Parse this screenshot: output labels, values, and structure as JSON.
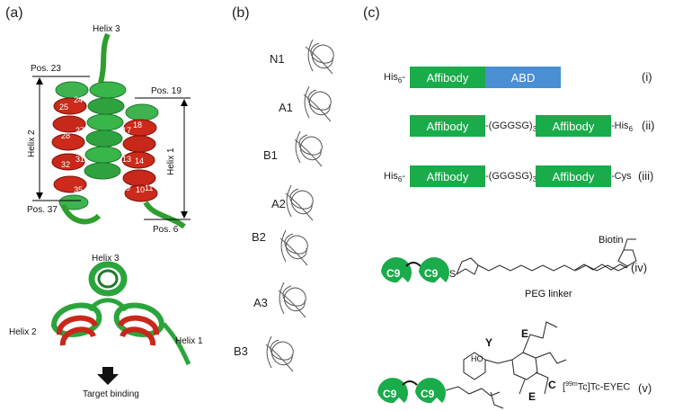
{
  "panels": {
    "a": "(a)",
    "b": "(b)",
    "c": "(c)"
  },
  "panel_a": {
    "helix3": "Helix 3",
    "helix2": "Helix 2",
    "helix1": "Helix 1",
    "pos23": "Pos. 23",
    "pos37": "Pos. 37",
    "pos19": "Pos. 19",
    "pos6": "Pos. 6",
    "residues": [
      "25",
      "24",
      "28",
      "27",
      "32",
      "31",
      "35",
      "17",
      "18",
      "13",
      "14",
      "9",
      "10",
      "11"
    ],
    "bottom_helix3": "Helix 3",
    "bottom_helix2": "Helix 2",
    "bottom_helix1": "Helix 1",
    "target": "Target binding"
  },
  "panel_b": {
    "domains": [
      "N1",
      "A1",
      "B1",
      "A2",
      "B2",
      "A3",
      "B3"
    ]
  },
  "panel_c": {
    "colors": {
      "affibody": "#1aab4b",
      "abd": "#4a8fd4"
    },
    "i": {
      "prefix": "His",
      "sub": "6",
      "dash": "-",
      "affibody": "Affibody",
      "abd": "ABD",
      "roman": "(i)"
    },
    "ii": {
      "affibody": "Affibody",
      "linker": "-(GGGSG)",
      "linker_sub": "3",
      "linker_end": "-",
      "suffix": "-His",
      "suffix_sub": "6",
      "roman": "(ii)"
    },
    "iii": {
      "prefix": "His",
      "prefix_sub": "6",
      "dash": "-",
      "affibody": "Affibody",
      "linker": "-(GGGSG)",
      "linker_sub": "3",
      "linker_end": "-",
      "suffix": "-Cys",
      "roman": "(iii)"
    },
    "iv": {
      "c9": "C9",
      "s": "S",
      "biotin": "Biotin",
      "peg": "PEG linker",
      "roman": "(iv)"
    },
    "v": {
      "c9": "C9",
      "y": "Y",
      "e1": "E",
      "e2": "E",
      "c": "C",
      "ho": "HO",
      "label_pre": "[",
      "label_sup": "99m",
      "label_post": "Tc]Tc-EYEC",
      "roman": "(v)"
    }
  }
}
